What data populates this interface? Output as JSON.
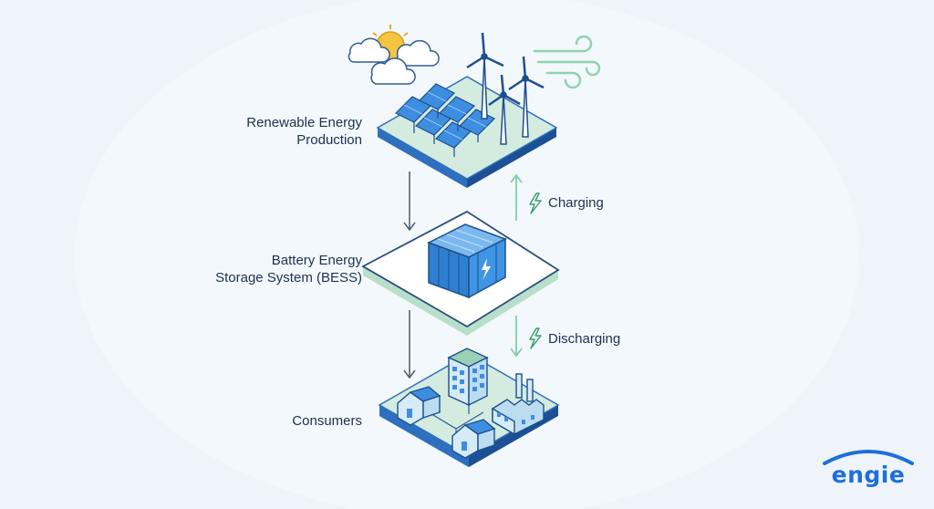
{
  "layers": {
    "production": {
      "label_line1": "Renewable Energy",
      "label_line2": "Production"
    },
    "storage": {
      "label_line1": "Battery Energy",
      "label_line2": "Storage System (BESS)"
    },
    "consumers": {
      "label": "Consumers"
    }
  },
  "flows": {
    "charging": "Charging",
    "discharging": "Discharging"
  },
  "brand": {
    "name": "ENGIE",
    "logo_text": "engie",
    "color": "#1e6fd9"
  },
  "colors": {
    "platform_green": "#cfe9dc",
    "platform_white": "#ffffff",
    "platform_edge": "#2f6fbf",
    "platform_edge_dark": "#1c4f93",
    "flow_arrow": "#7fcfa6",
    "down_arrow": "#4d5b6b",
    "battery": "#3a86d6",
    "background": "#eef4fa"
  }
}
